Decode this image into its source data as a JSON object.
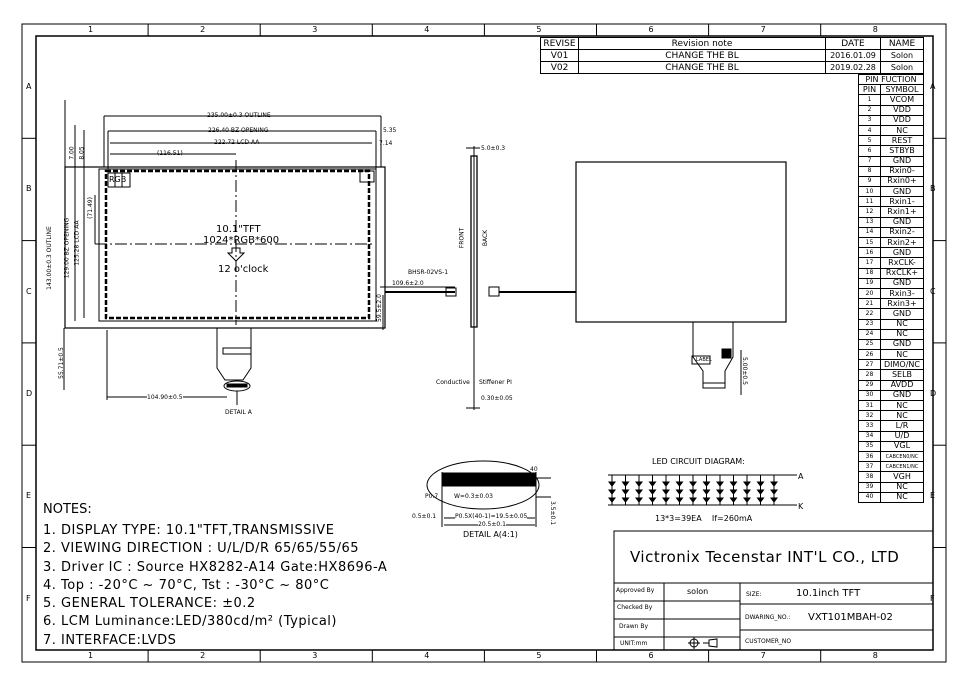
{
  "frame": {
    "columns": [
      "1",
      "2",
      "3",
      "4",
      "5",
      "6",
      "7",
      "8"
    ],
    "rows": [
      "A",
      "B",
      "C",
      "D",
      "E",
      "F"
    ]
  },
  "revision": {
    "headers": [
      "REVISE",
      "Revision note",
      "DATE",
      "NAME"
    ],
    "rows": [
      {
        "rev": "V01",
        "note": "CHANGE THE BL",
        "date": "2016.01.09",
        "name": "Solon"
      },
      {
        "rev": "V02",
        "note": "CHANGE THE BL",
        "date": "2019.02.28",
        "name": "Solon"
      }
    ]
  },
  "pin_table": {
    "title": "PIN FUCTION",
    "headers": [
      "PIN",
      "SYMBOL"
    ],
    "symbols": [
      "VCOM",
      "VDD",
      "VDD",
      "NC",
      "REST",
      "STBYB",
      "GND",
      "Rxin0-",
      "Rxin0+",
      "GND",
      "Rxin1-",
      "Rxin1+",
      "GND",
      "Rxin2-",
      "Rxin2+",
      "GND",
      "RxCLK-",
      "RxCLK+",
      "GND",
      "Rxin3-",
      "Rxin3+",
      "GND",
      "NC",
      "NC",
      "GND",
      "NC",
      "DIMO/NC",
      "SELB",
      "AVDD",
      "GND",
      "NC",
      "NC",
      "L/R",
      "U/D",
      "VGL",
      "CABCEN0/NC",
      "CABCEN1/NC",
      "VGH",
      "NC",
      "NC"
    ]
  },
  "front_view": {
    "dim_outline_w": "235.00±0.3 OUTLINE",
    "dim_bz_w": "226.40 BZ OPENING",
    "dim_aa_w": "222.72 LCD AA",
    "dim_center": "(116.51)",
    "dim_535": "5.35",
    "dim_714": "7.14",
    "dim_700": "7.00",
    "dim_805": "8.05",
    "dim_outline_h": "143.00±0.3 OUTLINE",
    "dim_bz_h": "129.00 BZ OPENING",
    "dim_aa_h": "125.28 LCD AA",
    "dim_7149": "(71.49)",
    "rgb": "RGB",
    "title1": "10.1\"TFT",
    "title2": "1024*RGB*600",
    "direction": "12 o'clock",
    "dim_fpc_len": "55.71±0.5",
    "dim_fpc_x": "104.90±0.5",
    "detail_ref": "DETAIL A",
    "dim_cable": "109.6±2.0",
    "dim_cable_h": "59.5±2.0",
    "connector": "BHSR-02VS-1"
  },
  "side_view": {
    "thickness": "5.0±0.3",
    "front": "FRONT",
    "back": "BACK",
    "conductive": "Conductive",
    "stiffener": "Stiffener PI",
    "fpc_t": "0.30±0.05"
  },
  "back_view": {
    "label": "LABEL",
    "dim": "5.00±0.5"
  },
  "detail": {
    "p40": "40",
    "p1": "P0.7",
    "w": "W=0.3±0.03",
    "h": "3.5±0.1",
    "edge": "0.5±0.1",
    "pitch": "P0.5X(40-1)=19.5±0.05",
    "total": "20.5±0.1",
    "title": "DETAIL A(4:1)"
  },
  "led": {
    "title": "LED CIRCUIT DIAGRAM:",
    "anode": "A",
    "cathode": "K",
    "summary": "13*3=39EA    If=260mA",
    "columns": 13,
    "rows": 3
  },
  "notes": {
    "title": "NOTES:",
    "items": [
      "1. DISPLAY TYPE: 10.1\"TFT,TRANSMISSIVE",
      "2. VIEWING DIRECTION : U/L/D/R 65/65/55/65",
      "3. Driver IC : Source HX8282-A14 Gate:HX8696-A",
      "4. Top : -20°C ~ 70°C, Tst : -30°C ~ 80°C",
      "5. GENERAL TOLERANCE: ±0.2",
      "6. LCM Luminance:LED/380cd/m² (Typical)",
      "7. INTERFACE:LVDS"
    ]
  },
  "title_block": {
    "company": "Victronix Tecenstar INT'L CO., LTD",
    "approved_label": "Approved By",
    "approved": "solon",
    "checked_label": "Checked By",
    "drawn_label": "Drawn By",
    "unit_label": "UNIT:mm",
    "size_label": "SIZE:",
    "size": "10.1inch TFT",
    "drawing_label": "DWARING_NO.:",
    "drawing": "VXT101MBAH-02",
    "customer_label": "CUSTOMER_NO"
  }
}
